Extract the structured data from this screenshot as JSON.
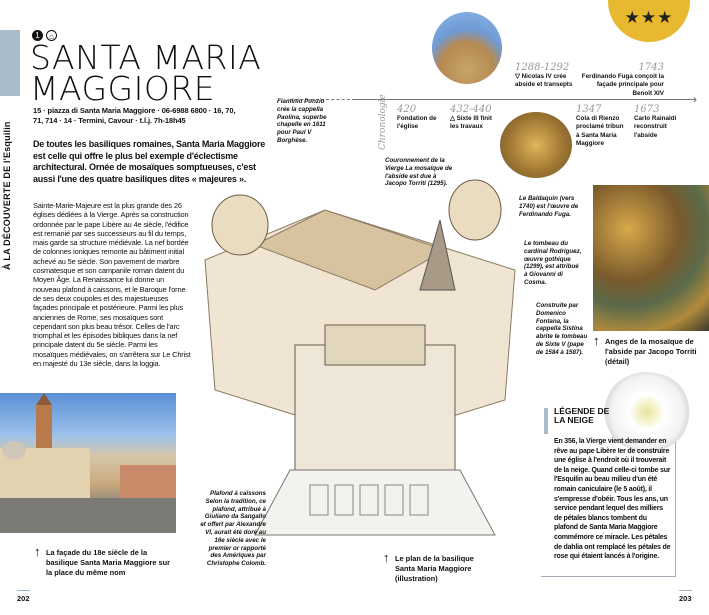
{
  "section": "À LA DÉCOUVERTE DE l'Esquilin",
  "rating": {
    "stars": 3,
    "glyph": "★★★",
    "color": "#e8b92e"
  },
  "header": {
    "number": "1",
    "title_line1": "SANTA MARIA",
    "title_line2": "MAGGIORE"
  },
  "info": "15 · piazza di Santa Maria Maggiore · 06-6988 6800 · 16, 70, 71, 714 · 14 · Termini, Cavour · t.l.j. 7h-18h45",
  "intro": "De toutes les basiliques romaines, Santa Maria Maggiore est celle qui offre le plus bel exemple d'éclectisme architectural. Ornée de mosaïques somptueuses, c'est aussi l'une des quatre basiliques dites « majeures ».",
  "body": "Sainte-Marie-Majeure est la plus grande des 26 églises dédiées à la Vierge. Après sa construction ordonnée par le pape Libère au 4e siècle, l'édifice est remanié par ses successeurs au fil du temps, mais garde sa structure médiévale. La nef bordée de colonnes ioniques remonte au bâtiment initial achevé au 5e siècle. Son pavement de marbre cosmatesque et son campanile roman datent du Moyen Âge. La Renaissance lui donne un nouveau plafond à caissons, et le Baroque l'orne de ses deux coupoles et des majestueuses façades principale et postérieure. Parmi les plus anciennes de Rome, ses mosaïques sont cependant son plus beau trésor. Celles de l'arc triomphal et les épisodes bibliques dans la nef principale datent du 5e siècle. Parmi les mosaïques médiévales, on s'arrêtera sur Le Christ en majesté du 13e siècle, dans la loggia.",
  "timeline": {
    "label": "Chronologie",
    "events": [
      {
        "year": "420",
        "text": "Fondation de l'église"
      },
      {
        "year": "432-440",
        "text": "△ Sixte III finit les travaux"
      },
      {
        "year": "1288-1292",
        "text": "▽ Nicolas IV crée abside et transepts"
      },
      {
        "year": "1347",
        "text": "Cola di Rienzo proclamé tribun à Santa Maria Maggiore"
      },
      {
        "year": "1673",
        "text": "Carlo Rainaldi reconstruit l'abside"
      },
      {
        "year": "1743",
        "text": "Ferdinando Fuga conçoit la façade principale pour Benoît XIV"
      }
    ]
  },
  "annotations": {
    "paolina": "Flaminio Ponzio crée la cappella Paolina, superbe chapelle en 1611 pour Paul V Borghèse.",
    "couronnement": "Couronnement de la Vierge La mosaïque de l'abside est due à Jacopo Torriti (1295).",
    "baldaquin": "Le Baldaquin (vers 1740) est l'œuvre de Ferdinando Fuga.",
    "tombeau": "Le tombeau du cardinal Rodriguez, œuvre gothique (1299), est attribué à Giovanni di Cosma.",
    "sistina": "Construite par Domenico Fontana, la cappella Sistina abrite le tombeau de Sixte V (pape de 1584 à 1587).",
    "plafond": "Plafond à caissons Selon la tradition, ce plafond, attribué à Giuliano da Sangallo et offert par Alexandre VI, aurait été doré au 16e siècle avec le premier or rapporté des Amériques par Christophe Colomb."
  },
  "captions": {
    "facade": "La façade du 18e siècle de la basilique Santa Maria Maggiore sur la place du même nom",
    "plan": "Le plan de la basilique Santa Maria Maggiore (illustration)",
    "mosaic": "Anges de la mosaïque de l'abside par Jacopo Torriti (détail)"
  },
  "legend": {
    "title": "LÉGENDE DE LA NEIGE",
    "text": "En 356, la Vierge vient demander en rêve au pape Libère Ier de construire une église à l'endroit où il trouverait de la neige. Quand celle-ci tombe sur l'Esquilin au beau milieu d'un été romain caniculaire (le 5 août), il s'empresse d'obéir. Tous les ans, un service pendant lequel des milliers de pétales blancs tombent du plafond de Santa Maria Maggiore commémore ce miracle. Les pétales de dahlia ont remplacé les pétales de rose qui étaient lancés à l'origine."
  },
  "pages": {
    "left": "202",
    "right": "203"
  }
}
